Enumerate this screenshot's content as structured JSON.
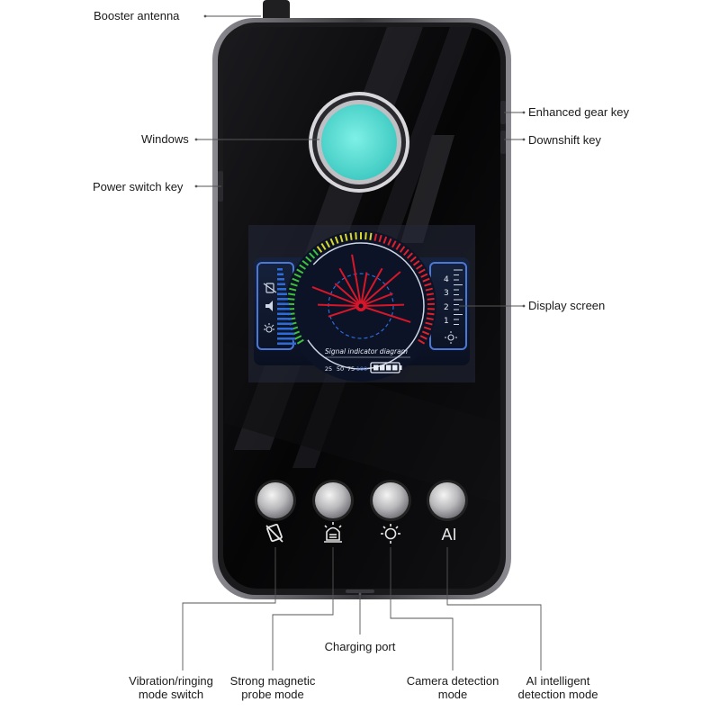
{
  "callouts": {
    "booster_antenna": "Booster antenna",
    "windows": "Windows",
    "power_switch_key": "Power switch key",
    "enhanced_gear_key": "Enhanced gear key",
    "downshift_key": "Downshift key",
    "display_screen": "Display screen",
    "charging_port": "Charging port",
    "vibration_line1": "Vibration/ringing",
    "vibration_line2": "mode switch",
    "magnetic_line1": "Strong magnetic",
    "magnetic_line2": "probe mode",
    "camera_line1": "Camera detection",
    "camera_line2": "mode",
    "ai_line1": "AI intelligent",
    "ai_line2": "detection mode"
  },
  "display": {
    "signal_caption": "Signal indicator diagram",
    "percent_marks": [
      "25",
      "50",
      "75",
      "100"
    ],
    "gear_numbers": [
      "4",
      "3",
      "2",
      "1"
    ]
  },
  "buttons": {
    "ai_label": "AI"
  },
  "colors": {
    "device_body": "#0a0a0c",
    "device_frame": "#5a5a5e",
    "window_lens": "#4fd8cf",
    "display_bg": "#0f1a2e",
    "signal_needle": "#d8162a",
    "gauge_scale_blue": "#2d6bd8",
    "gauge_green": "#3cc23c",
    "gauge_red": "#e0202a"
  }
}
